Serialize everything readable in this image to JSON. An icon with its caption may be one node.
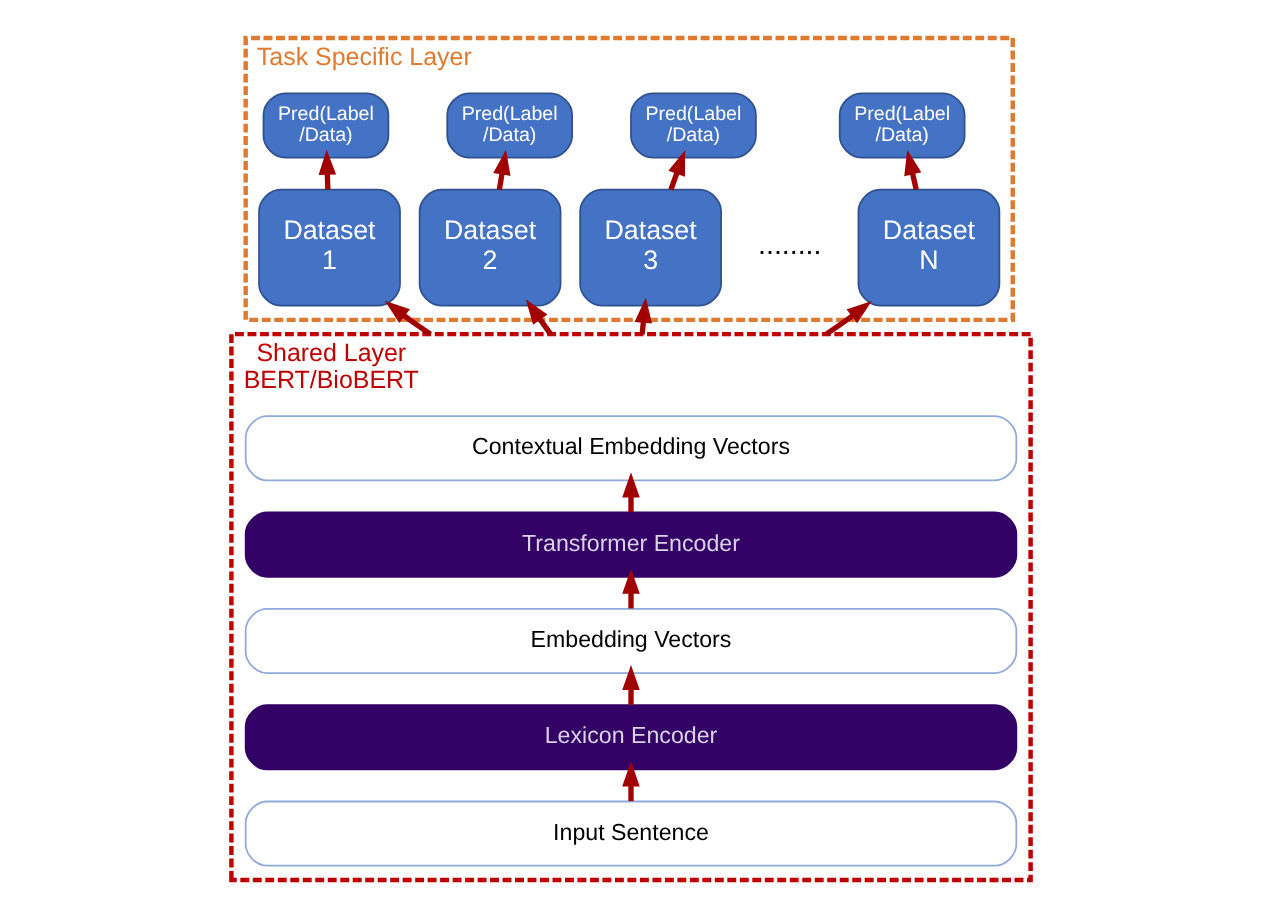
{
  "diagram": {
    "nodes": [
      {
        "text": [
          "Task Specific Layer"
        ]
      },
      {
        "text": [
          "Pred(Label /Data)"
        ],
        "in": 0
      },
      {
        "text": [
          "Dataset 1"
        ],
        "in": 0
      },
      {
        "text": [
          "Pred(Label /Data)"
        ],
        "in": 0
      },
      {
        "text": [
          "Dataset 2"
        ],
        "in": 0
      },
      {
        "text": [
          "Pred(Label /Data)"
        ],
        "in": 0
      },
      {
        "text": [
          "Dataset 3"
        ],
        "in": 0
      },
      {
        "text": [
          "Pred(Label /Data)"
        ],
        "in": 0
      },
      {
        "text": [
          "Dataset N"
        ],
        "in": 0
      },
      {
        "text": [
          "Shared Layer",
          "BERT/BioBERT"
        ]
      },
      {
        "text": [
          "Contextual Embedding Vectors"
        ],
        "in": 9
      },
      {
        "text": [
          "Transformer Encoder"
        ],
        "in": 9
      },
      {
        "text": [
          "Embedding Vectors"
        ],
        "in": 9
      },
      {
        "text": [
          "Lexicon Encoder"
        ],
        "in": 9
      },
      {
        "text": [
          "Input Sentence"
        ],
        "in": 9
      }
    ],
    "edges": [
      {
        "from": 2,
        "to": 1,
        "arrow": "to"
      },
      {
        "from": 4,
        "to": 3,
        "arrow": "to"
      },
      {
        "from": 6,
        "to": 5,
        "arrow": "to"
      },
      {
        "from": 8,
        "to": 7,
        "arrow": "to"
      },
      {
        "from": 9,
        "to": 2,
        "arrow": "to"
      },
      {
        "from": 9,
        "to": 4,
        "arrow": "to"
      },
      {
        "from": 9,
        "to": 6,
        "arrow": "to"
      },
      {
        "from": 9,
        "to": 8,
        "arrow": "to"
      },
      {
        "from": 14,
        "to": 13,
        "arrow": "to"
      },
      {
        "from": 13,
        "to": 12,
        "arrow": "to"
      },
      {
        "from": 12,
        "to": 11,
        "arrow": "to"
      },
      {
        "from": 11,
        "to": 10,
        "arrow": "to"
      }
    ],
    "labels": [
      "........"
    ]
  }
}
